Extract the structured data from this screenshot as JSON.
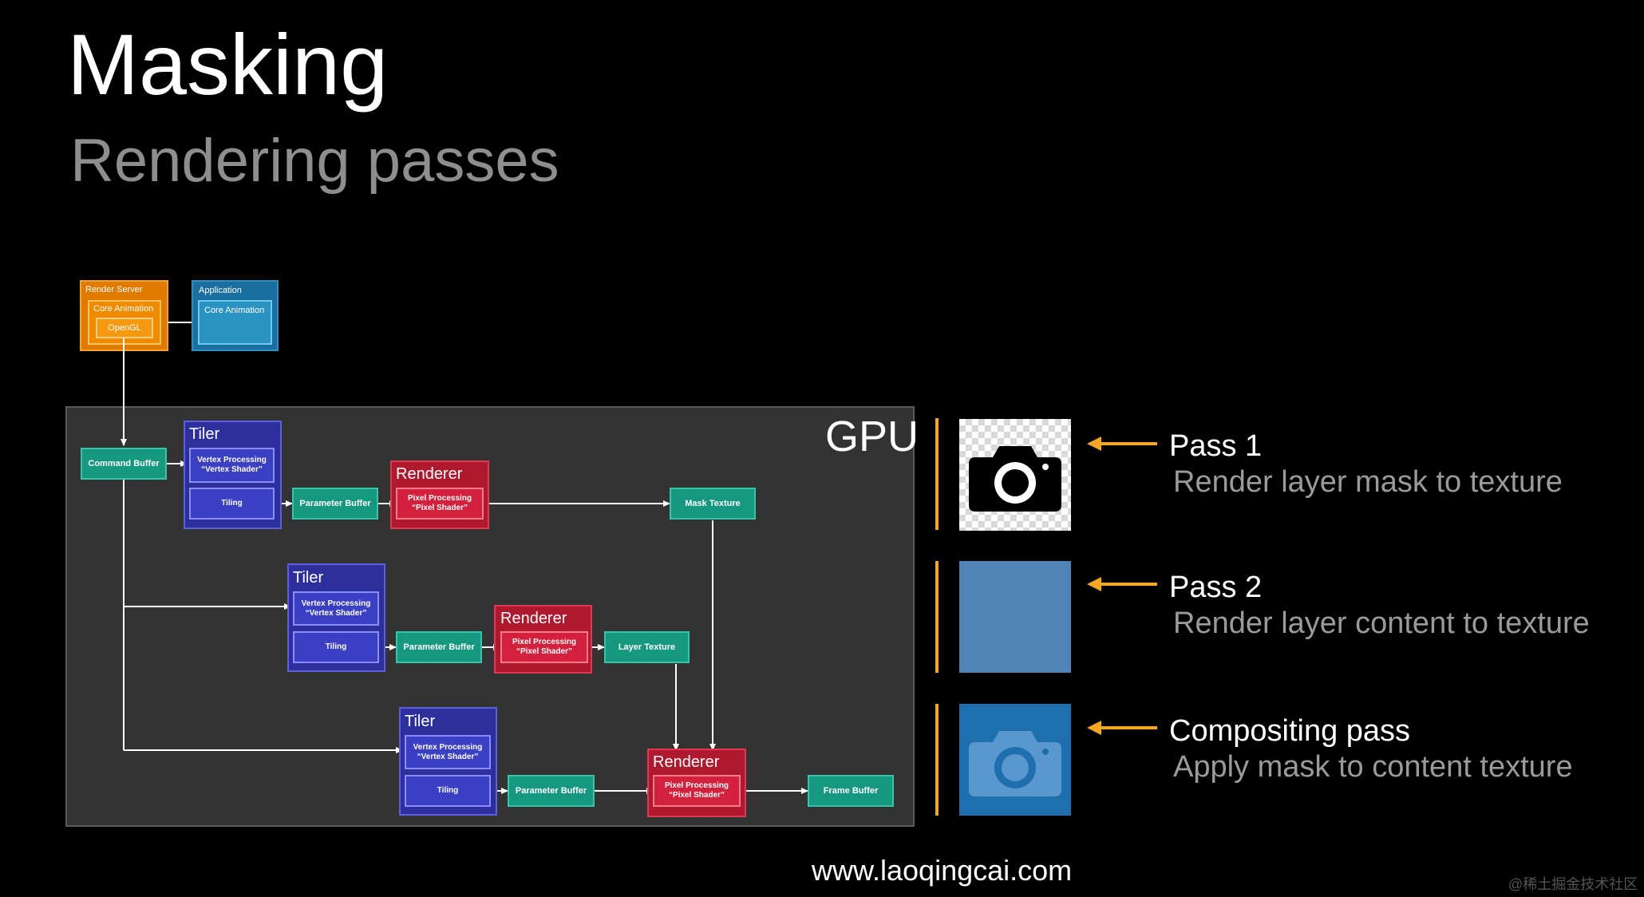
{
  "slide": {
    "title": "Masking",
    "subtitle": "Rendering passes"
  },
  "gpu": {
    "label": "GPU"
  },
  "host": {
    "render_server": {
      "label": "Render Server",
      "core_animation": "Core Animation",
      "opengl": "OpenGL"
    },
    "application": {
      "label": "Application",
      "core_animation": "Core Animation"
    }
  },
  "pipeline": {
    "command_buffer": "Command Buffer",
    "tiler_label": "Tiler",
    "vertex_processing": "Vertex Processing",
    "vertex_shader": "“Vertex Shader”",
    "tiling": "Tiling",
    "parameter_buffer": "Parameter Buffer",
    "renderer_label": "Renderer",
    "pixel_processing": "Pixel Processing",
    "pixel_shader": "“Pixel Shader”",
    "mask_texture": "Mask Texture",
    "layer_texture": "Layer Texture",
    "frame_buffer": "Frame Buffer"
  },
  "passes": [
    {
      "title": "Pass 1",
      "description": "Render layer mask to texture",
      "thumbnail": "camera-mask-on-transparent"
    },
    {
      "title": "Pass 2",
      "description": "Render layer content to texture",
      "thumbnail": "solid-blue-layer"
    },
    {
      "title": "Compositing pass",
      "description": "Apply mask to content texture",
      "thumbnail": "masked-camera-blue"
    }
  ],
  "colors": {
    "accent_yellow": "#f5a623",
    "layer_blue": "#5184b6",
    "composite_blue": "#1e6fae",
    "composite_icon": "#5b97cf"
  },
  "footer": {
    "url": "www.laoqingcai.com",
    "credit": "@稀土掘金技术社区"
  }
}
